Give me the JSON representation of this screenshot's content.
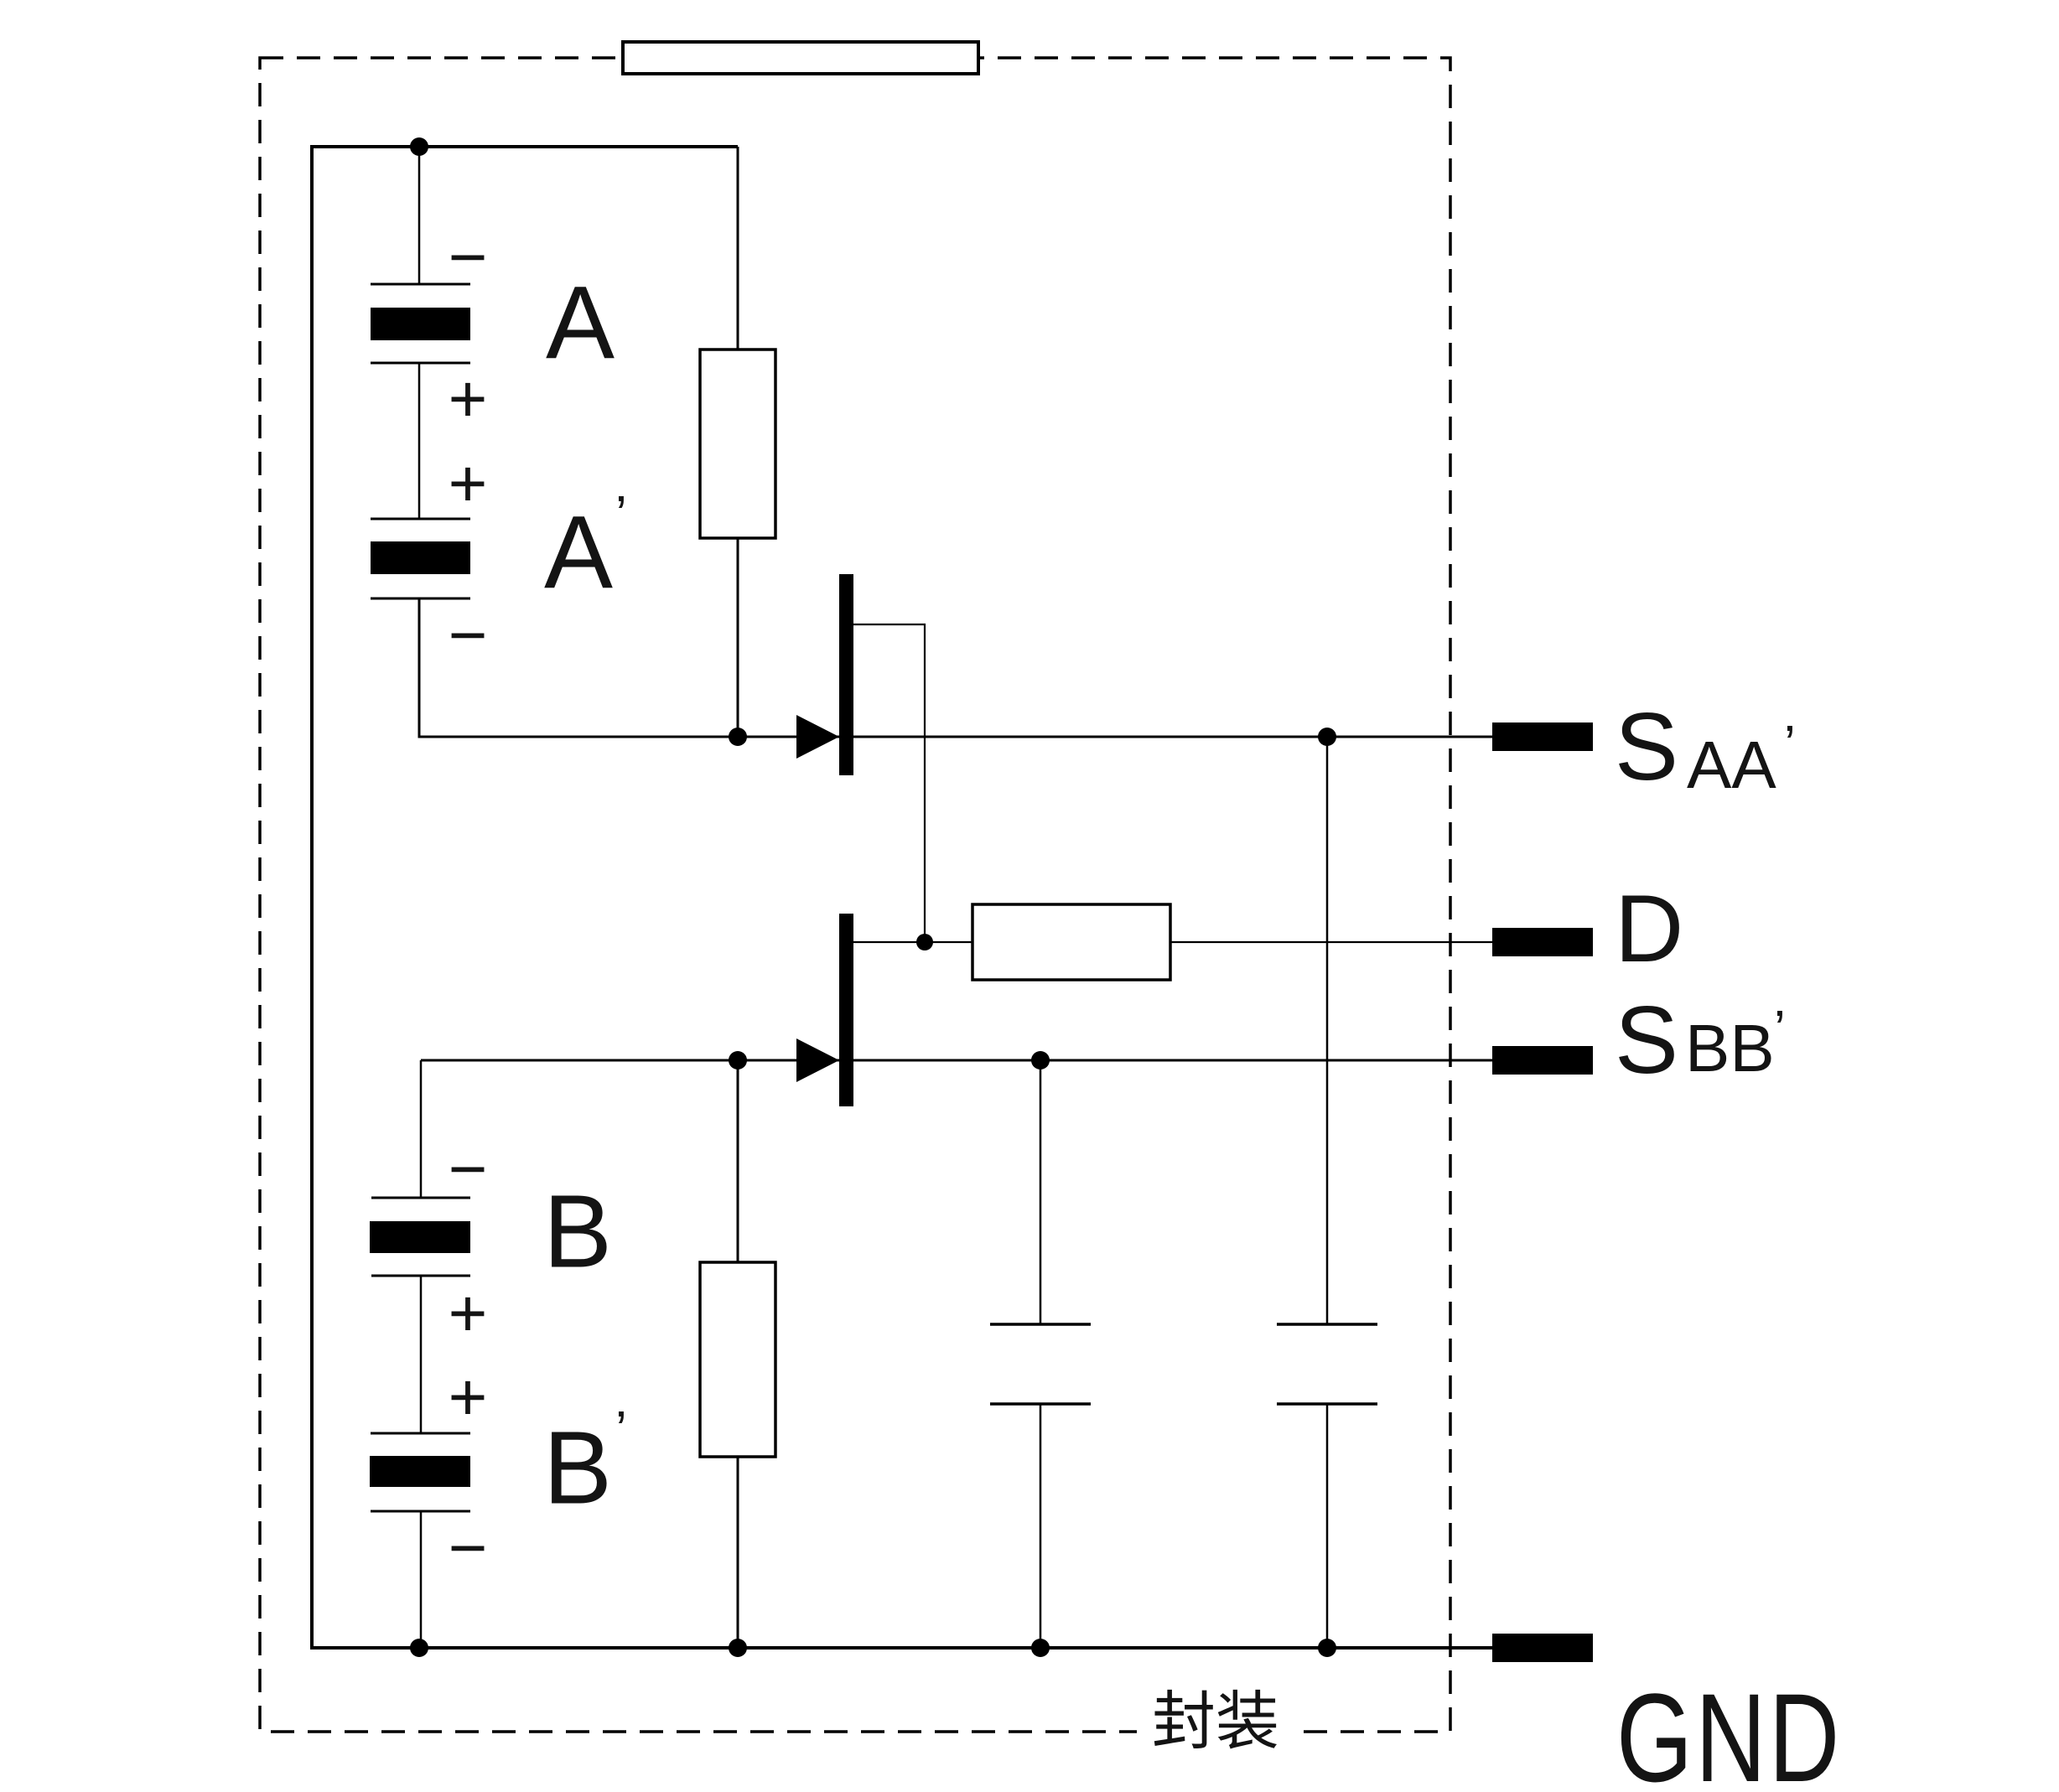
{
  "diagram": {
    "type": "patent-circuit-schematic",
    "package_label": "封装",
    "colors": {
      "line": "#000000",
      "background": "#ffffff"
    },
    "cells": {
      "a": {
        "label": "A"
      },
      "a_prime": {
        "label": "A",
        "prime": "’"
      },
      "b": {
        "label": "B"
      },
      "b_prime": {
        "label": "B",
        "prime": "’"
      }
    },
    "signs": {
      "plus": "+",
      "minus": "−"
    },
    "terminals": {
      "s_aa": {
        "base": "S",
        "subscript": "AA",
        "prime": "’"
      },
      "d": {
        "base": "D"
      },
      "s_bb": {
        "base": "S",
        "subscript": "BB",
        "prime": "’"
      },
      "gnd": {
        "base": "GND"
      }
    }
  }
}
